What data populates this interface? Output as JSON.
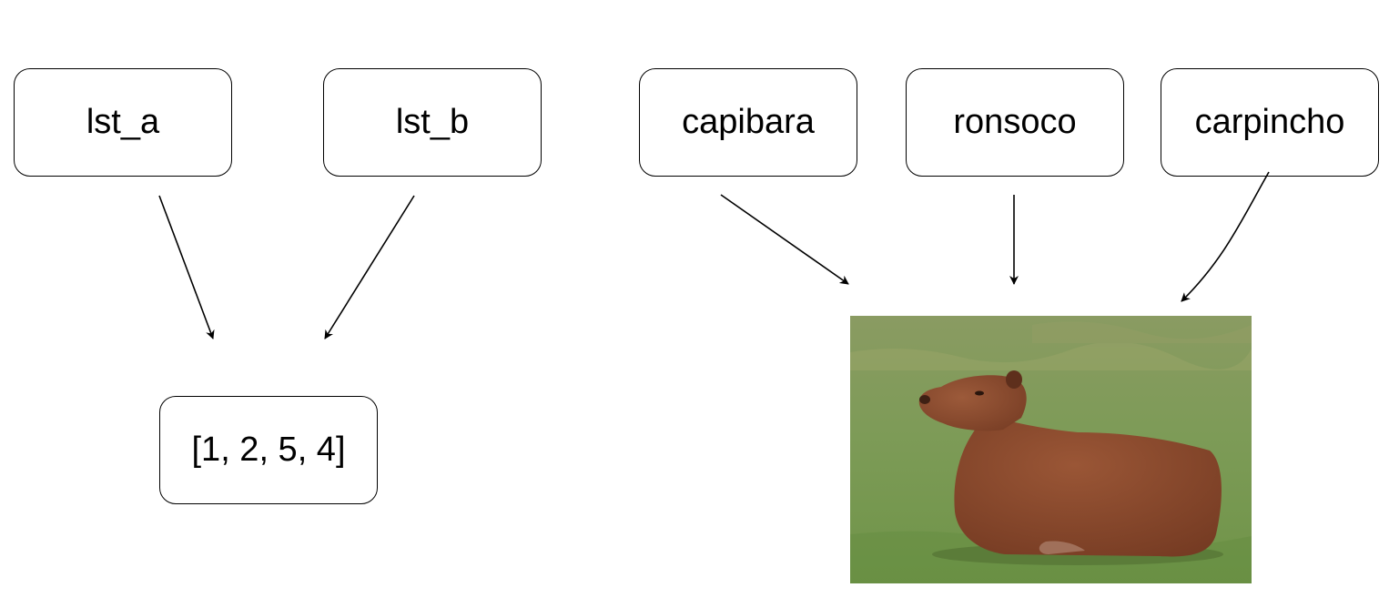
{
  "nodes": {
    "lst_a": "lst_a",
    "lst_b": "lst_b",
    "list_value": "[1, 2, 5, 4]",
    "capibara": "capibara",
    "ronsoco": "ronsoco",
    "carpincho": "carpincho"
  },
  "photo": {
    "subject": "capybara lying on grass",
    "colors": {
      "grass": "#7f9e5a",
      "fur": "#8a4a2c"
    }
  },
  "edges": [
    {
      "from": "lst_a",
      "to": "list_value"
    },
    {
      "from": "lst_b",
      "to": "list_value"
    },
    {
      "from": "capibara",
      "to": "photo"
    },
    {
      "from": "ronsoco",
      "to": "photo"
    },
    {
      "from": "carpincho",
      "to": "photo"
    }
  ]
}
